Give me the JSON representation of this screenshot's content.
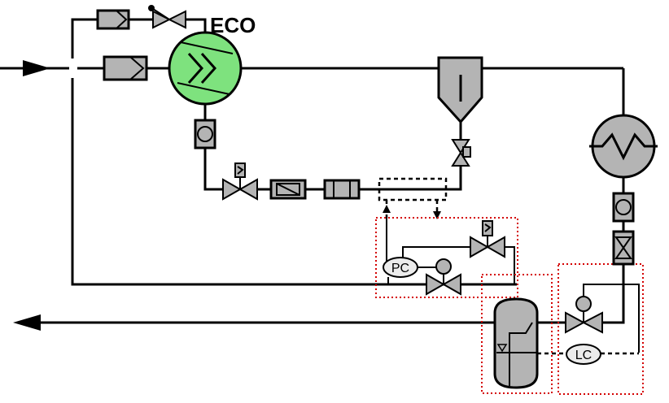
{
  "diagram": {
    "eco_label": "ECO",
    "pc_label": "PC",
    "lc_label": "LC",
    "colors": {
      "economizer_fill": "#7ee27e",
      "equipment_fill": "#b4b4b4",
      "control_boundary": "#d40000",
      "line": "#000000"
    },
    "icons": [
      "economizer-compressor-icon",
      "heat-exchanger-icon",
      "separator-vessel-icon",
      "receiver-vessel-icon",
      "solenoid-valve-icon",
      "expansion-valve-icon",
      "sight-glass-icon",
      "filter-drier-icon",
      "check-valve-icon",
      "inlet-arrow-icon",
      "outlet-arrow-icon"
    ]
  }
}
